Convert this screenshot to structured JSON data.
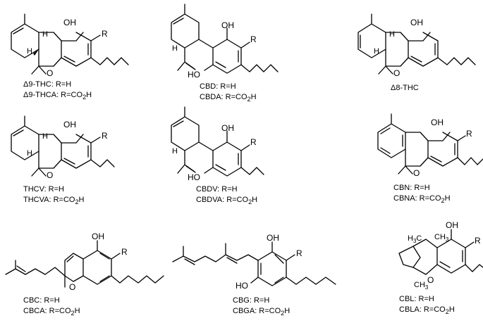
{
  "atoms": {
    "oh": "OH",
    "o": "O",
    "r": "R",
    "h": "H",
    "ho": "HO",
    "ch3": "CH",
    "h3c": "H",
    "c": "C",
    "three": "3"
  },
  "compounds": [
    {
      "id": "d9thc",
      "line1": "Δ9-THC: R=H",
      "line2": "Δ9-THCA: R=CO",
      "line2_sub": "2",
      "line2_end": "H"
    },
    {
      "id": "cbd",
      "line1": "CBD: R=H",
      "line2": "CBDA: R=CO",
      "line2_sub": "2",
      "line2_end": "H"
    },
    {
      "id": "d8thc",
      "line1": "Δ8-THC",
      "line2": "",
      "line2_sub": "",
      "line2_end": ""
    },
    {
      "id": "thcv",
      "line1": "THCV: R=H",
      "line2": "THCVA: R=CO",
      "line2_sub": "2",
      "line2_end": "H"
    },
    {
      "id": "cbdv",
      "line1": "CBDV: R=H",
      "line2": "CBDVA: R=CO",
      "line2_sub": "2",
      "line2_end": "H"
    },
    {
      "id": "cbn",
      "line1": "CBN: R=H",
      "line2": "CBNA: R=CO",
      "line2_sub": "2",
      "line2_end": "H"
    },
    {
      "id": "cbc",
      "line1": "CBC: R=H",
      "line2": "CBCA: R=CO",
      "line2_sub": "2",
      "line2_end": "H"
    },
    {
      "id": "cbg",
      "line1": "CBG: R=H",
      "line2": "CBGA: R=CO",
      "line2_sub": "2",
      "line2_end": "H"
    },
    {
      "id": "cbl",
      "line1": "CBL: R=H",
      "line2": "CBLA: R=CO",
      "line2_sub": "2",
      "line2_end": "H"
    }
  ]
}
